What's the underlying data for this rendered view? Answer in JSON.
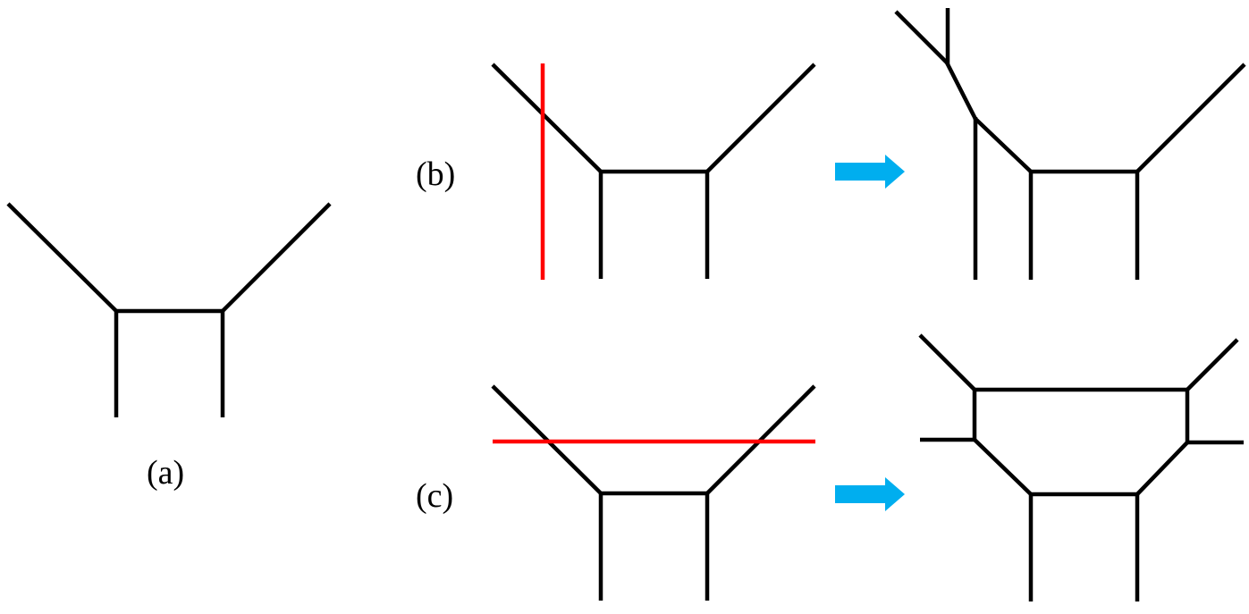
{
  "labels": {
    "a": "(a)",
    "b": "(b)",
    "c": "(c)"
  },
  "colors": {
    "edge": "#000000",
    "cut": "#ff0000",
    "arrow": "#00aeef",
    "label": "#000000"
  },
  "icons": {
    "transform_arrow": "right-arrow-icon"
  }
}
